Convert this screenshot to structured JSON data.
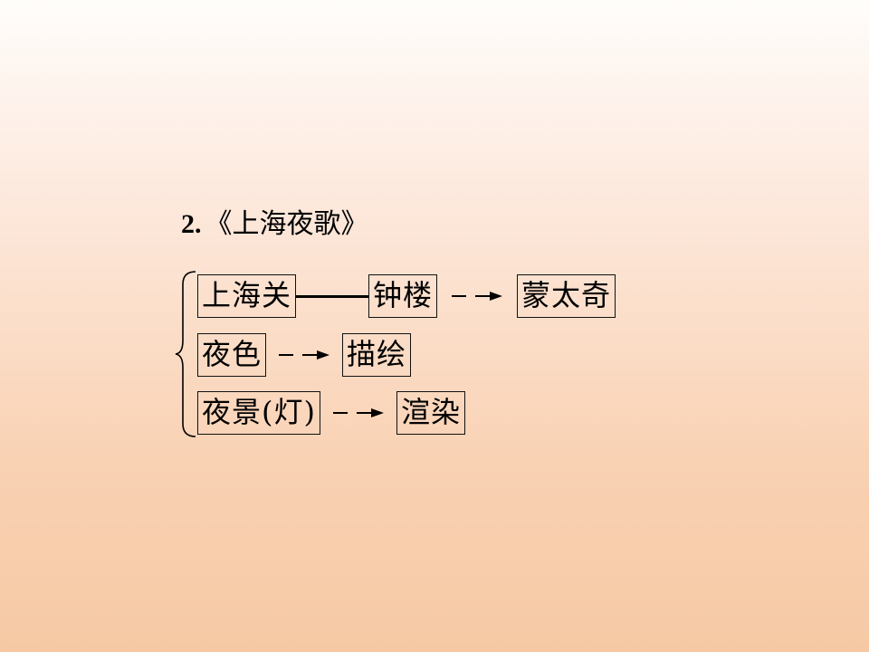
{
  "heading": {
    "number": "2.",
    "title": "《上海夜歌》"
  },
  "rows": [
    {
      "nodes": [
        "上海关",
        "钟楼",
        "蒙太奇"
      ],
      "links": [
        "solid",
        "dashed-arrow"
      ]
    },
    {
      "nodes": [
        "夜色",
        "描绘"
      ],
      "links": [
        "dashed-arrow"
      ]
    },
    {
      "nodes": [
        "夜景(灯)",
        "渲染"
      ],
      "links": [
        "dashed-arrow"
      ]
    }
  ]
}
